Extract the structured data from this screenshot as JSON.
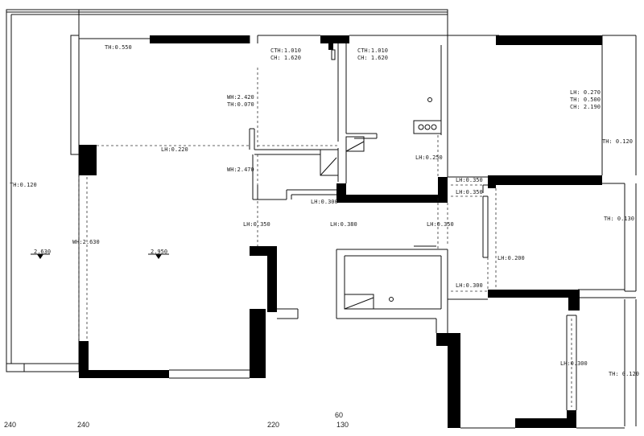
{
  "annotations": [
    {
      "id": "th-0550",
      "text": "TH:0.550"
    },
    {
      "id": "cth-1",
      "text": "CTH:1.010"
    },
    {
      "id": "ch-1",
      "text": "CH: 1.620"
    },
    {
      "id": "cth-2",
      "text": "CTH:1.010"
    },
    {
      "id": "ch-2",
      "text": "CH: 1.620"
    },
    {
      "id": "wh-2420",
      "text": "WH:2.420"
    },
    {
      "id": "th-0070",
      "text": "TH:0.070"
    },
    {
      "id": "lh-0220",
      "text": "LH:0.220"
    },
    {
      "id": "wh-2470",
      "text": "WH:2.470"
    },
    {
      "id": "lh-0250",
      "text": "LH:0.250"
    },
    {
      "id": "lh-0270",
      "text": "LH: 0.270"
    },
    {
      "id": "th-0500",
      "text": "TH: 0.500"
    },
    {
      "id": "ch-2190",
      "text": "CH: 2.190"
    },
    {
      "id": "th-0120-a",
      "text": "TH: 0.120"
    },
    {
      "id": "th-0120-left",
      "text": "TH:0.120"
    },
    {
      "id": "lh-0350-a",
      "text": "LH:0.350"
    },
    {
      "id": "lh-0350-b",
      "text": "LH:0.350"
    },
    {
      "id": "lh-0300-a",
      "text": "LH:0.300"
    },
    {
      "id": "th-0130",
      "text": "TH: 0.130"
    },
    {
      "id": "lh-0350-c",
      "text": "LH:0.350"
    },
    {
      "id": "lh-0380",
      "text": "LH:0.380"
    },
    {
      "id": "lh-0350-d",
      "text": "LH:0.350"
    },
    {
      "id": "wh-2630",
      "text": "WH:2.630"
    },
    {
      "id": "elev-2630",
      "text": "2.630"
    },
    {
      "id": "elev-2950",
      "text": "2.950"
    },
    {
      "id": "lh-0200",
      "text": "LH:0.200"
    },
    {
      "id": "lh-0300-b",
      "text": "LH:0.300"
    },
    {
      "id": "lh-0300-c",
      "text": "LH:0.300"
    },
    {
      "id": "th-0120-b",
      "text": "TH: 0.120"
    }
  ],
  "dimensions": [
    {
      "id": "dim-240-a",
      "text": "240"
    },
    {
      "id": "dim-240-b",
      "text": "240"
    },
    {
      "id": "dim-220",
      "text": "220"
    },
    {
      "id": "dim-60",
      "text": "60"
    },
    {
      "id": "dim-130",
      "text": "130"
    }
  ]
}
